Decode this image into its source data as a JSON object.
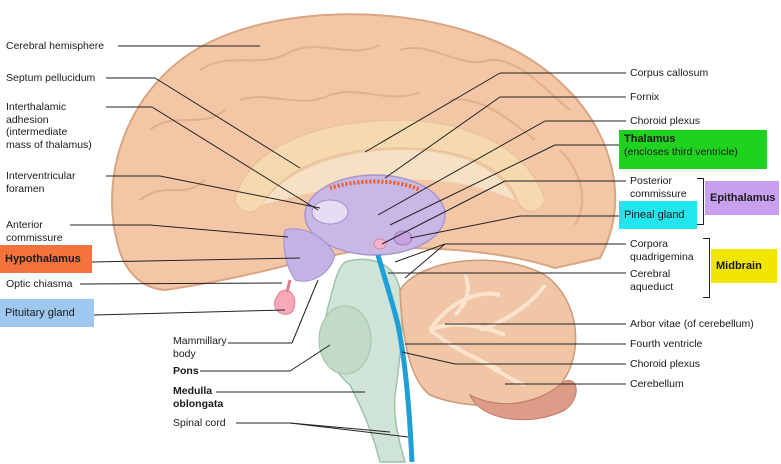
{
  "labels": {
    "cerebral_hemisphere": "Cerebral hemisphere",
    "septum_pellucidum": "Septum pellucidum",
    "interthalamic_1": "Interthalamic",
    "interthalamic_2": "adhesion",
    "interthalamic_3": "(intermediate",
    "interthalamic_4": "mass of thalamus)",
    "interventricular_1": "Interventricular",
    "interventricular_2": "foramen",
    "anterior_commissure_1": "Anterior",
    "anterior_commissure_2": "commissure",
    "optic_chiasma": "Optic chiasma",
    "mammillary_1": "Mammillary",
    "mammillary_2": "body",
    "pons": "Pons",
    "medulla_1": "Medulla",
    "medulla_2": "oblongata",
    "spinal_cord": "Spinal cord",
    "corpus_callosum": "Corpus callosum",
    "fornix": "Fornix",
    "choroid_plexus_top": "Choroid plexus",
    "posterior_commissure_1": "Posterior",
    "posterior_commissure_2": "commissure",
    "corpora_1": "Corpora",
    "corpora_2": "quadrigemina",
    "aqueduct_1": "Cerebral",
    "aqueduct_2": "aqueduct",
    "arbor_vitae": "Arbor vitae (of cerebellum)",
    "fourth_ventricle": "Fourth ventricle",
    "choroid_plexus_bottom": "Choroid plexus",
    "cerebellum": "Cerebellum"
  },
  "boxes": {
    "hypothalamus": "Hypothalamus",
    "pituitary": "Pituitary gland",
    "thalamus_title": "Thalamus",
    "thalamus_sub": "(encloses third ventricle)",
    "pineal": "Pineal gland",
    "epithalamus": "Epithalamus",
    "midbrain": "Midbrain"
  },
  "colors": {
    "hypothalamus": "#f4733c",
    "pituitary": "#9ec8f0",
    "thalamus": "#1ed21e",
    "pineal": "#22e6ee",
    "epithalamus": "#c8a0f0",
    "midbrain": "#f0e600",
    "cortex": "#f3c7a5",
    "ventricle": "#1e9fd6"
  }
}
